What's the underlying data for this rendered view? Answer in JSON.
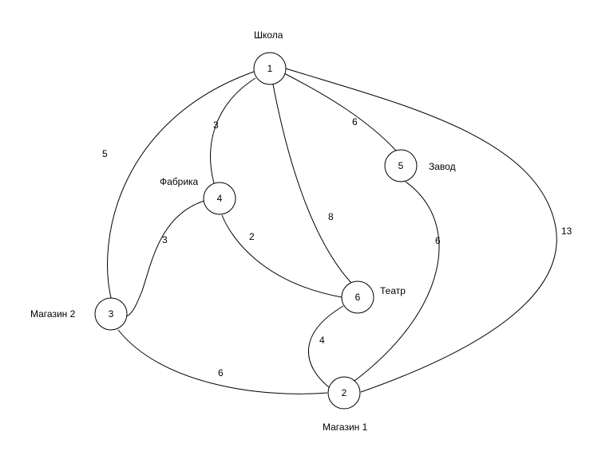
{
  "nodes": [
    {
      "id": "1",
      "label": "1",
      "name": "Школа"
    },
    {
      "id": "2",
      "label": "2",
      "name": "Магазин 1"
    },
    {
      "id": "3",
      "label": "3",
      "name": "Магазин 2"
    },
    {
      "id": "4",
      "label": "4",
      "name": "Фабрика"
    },
    {
      "id": "5",
      "label": "5",
      "name": "Завод"
    },
    {
      "id": "6",
      "label": "6",
      "name": "Театр"
    }
  ],
  "edges": [
    {
      "id": "1-3",
      "from": "1",
      "to": "3",
      "weight": "5"
    },
    {
      "id": "1-4",
      "from": "1",
      "to": "4",
      "weight": "3"
    },
    {
      "id": "1-6",
      "from": "1",
      "to": "6",
      "weight": "8"
    },
    {
      "id": "1-5",
      "from": "1",
      "to": "5",
      "weight": "6"
    },
    {
      "id": "1-2",
      "from": "1",
      "to": "2",
      "weight": "13"
    },
    {
      "id": "4-3",
      "from": "4",
      "to": "3",
      "weight": "3"
    },
    {
      "id": "4-6",
      "from": "4",
      "to": "6",
      "weight": "2"
    },
    {
      "id": "5-2",
      "from": "5",
      "to": "2",
      "weight": "6"
    },
    {
      "id": "6-2",
      "from": "6",
      "to": "2",
      "weight": "4"
    },
    {
      "id": "3-2",
      "from": "3",
      "to": "2",
      "weight": "6"
    }
  ]
}
